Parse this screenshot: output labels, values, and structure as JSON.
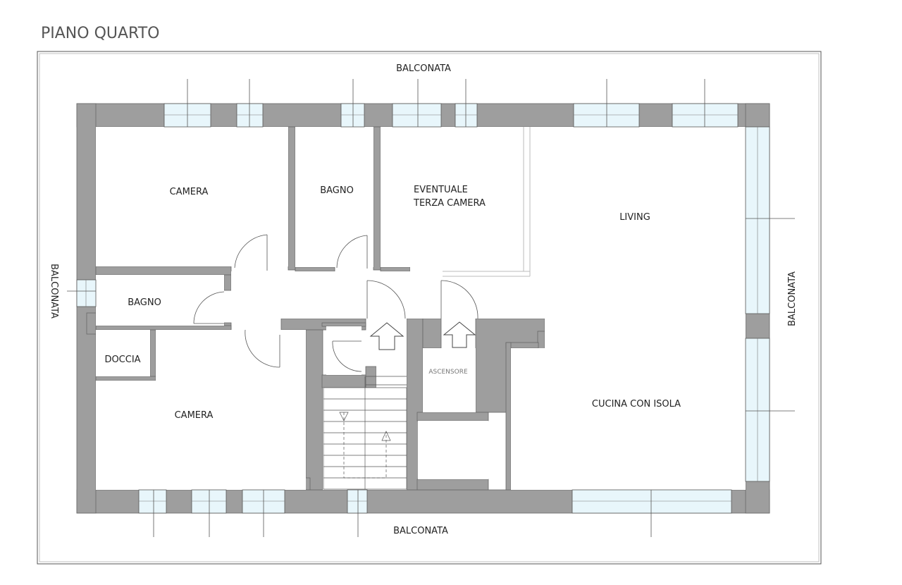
{
  "title": "PIANO QUARTO",
  "balconies": {
    "top": "BALCONATA",
    "bottom": "BALCONATA",
    "left": "BALCONATA",
    "right": "BALCONATA"
  },
  "rooms": {
    "camera_top": "CAMERA",
    "bagno_top": "BAGNO",
    "eventuale_line1": "EVENTUALE",
    "eventuale_line2": "TERZA CAMERA",
    "living": "LIVING",
    "bagno_left": "BAGNO",
    "doccia": "DOCCIA",
    "camera_bottom": "CAMERA",
    "ascensore": "ASCENSORE",
    "cucina": "CUCINA CON ISOLA"
  },
  "colors": {
    "wall": "#9e9e9e",
    "window": "#e8f6fb",
    "line": "#555555"
  }
}
